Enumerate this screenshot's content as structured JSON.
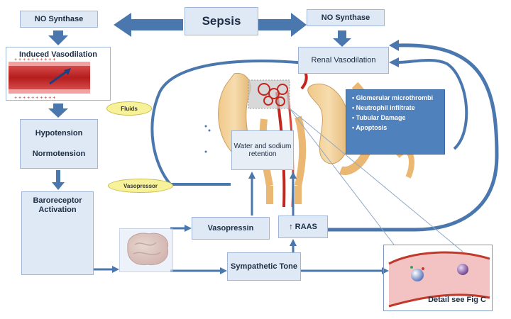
{
  "sepsis": "Sepsis",
  "nos_left": "NO Synthase",
  "nos_right": "NO Synthase",
  "induced_vasodilation": "Induced Vasodilation",
  "hypotension": "Hypotension",
  "normotension": "Normotension",
  "fluids": "Fluids",
  "vasopressor": "Vasopressor",
  "baroreceptor": "Baroreceptor Activation",
  "renal_vasodilation": "Renal Vasodilation",
  "water_sodium": "Water and sodium retention",
  "kidney_effects": [
    "• Glomerular microthrombi",
    "• Neutrophil infiltrate",
    "• Tubular Damage",
    "• Apoptosis"
  ],
  "vasopressin": "Vasopressin",
  "raas": "↑ RAAS",
  "sympathetic": "Sympathetic Tone",
  "detail": "Detail see Fig C",
  "colors": {
    "arrow": "#4a77ad",
    "box": "#dfe9f6",
    "bullet_box": "#4f81bd",
    "oval": "#f7f19a"
  }
}
